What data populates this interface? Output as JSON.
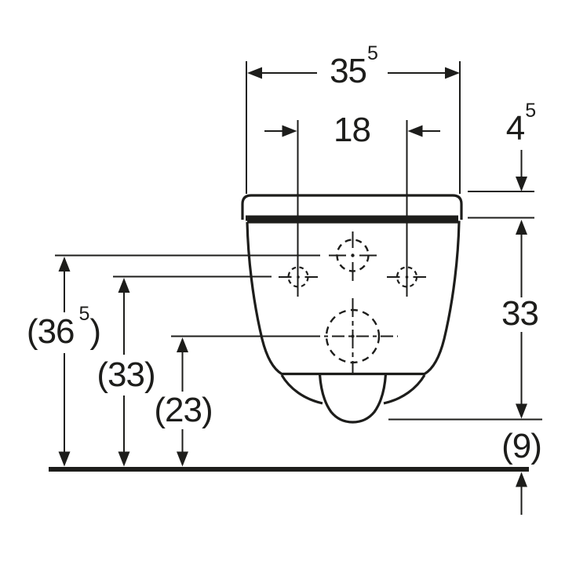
{
  "drawing": {
    "type": "technical-dimension-drawing",
    "subject": "wall-hung toilet, front view with mounting holes and outlet",
    "colors": {
      "line": "#1d1d1b",
      "background": "#ffffff"
    },
    "labels": {
      "width_overall": {
        "prefix": "35",
        "sup": "5",
        "suffix": ""
      },
      "hole_spacing": {
        "prefix": "18",
        "sup": "",
        "suffix": ""
      },
      "seat_thickness": {
        "prefix": "4",
        "sup": "5",
        "suffix": ""
      },
      "body_height": {
        "prefix": "33",
        "sup": "",
        "suffix": ""
      },
      "outlet_to_floor": {
        "prefix": "(9)",
        "sup": "",
        "suffix": ""
      },
      "top_hole_from_floor": {
        "prefix": "(36",
        "sup": "5",
        "suffix": ")"
      },
      "side_holes_from_floor": {
        "prefix": "(33)",
        "sup": "",
        "suffix": ""
      },
      "drain_from_floor": {
        "prefix": "(23)",
        "sup": "",
        "suffix": ""
      }
    }
  }
}
